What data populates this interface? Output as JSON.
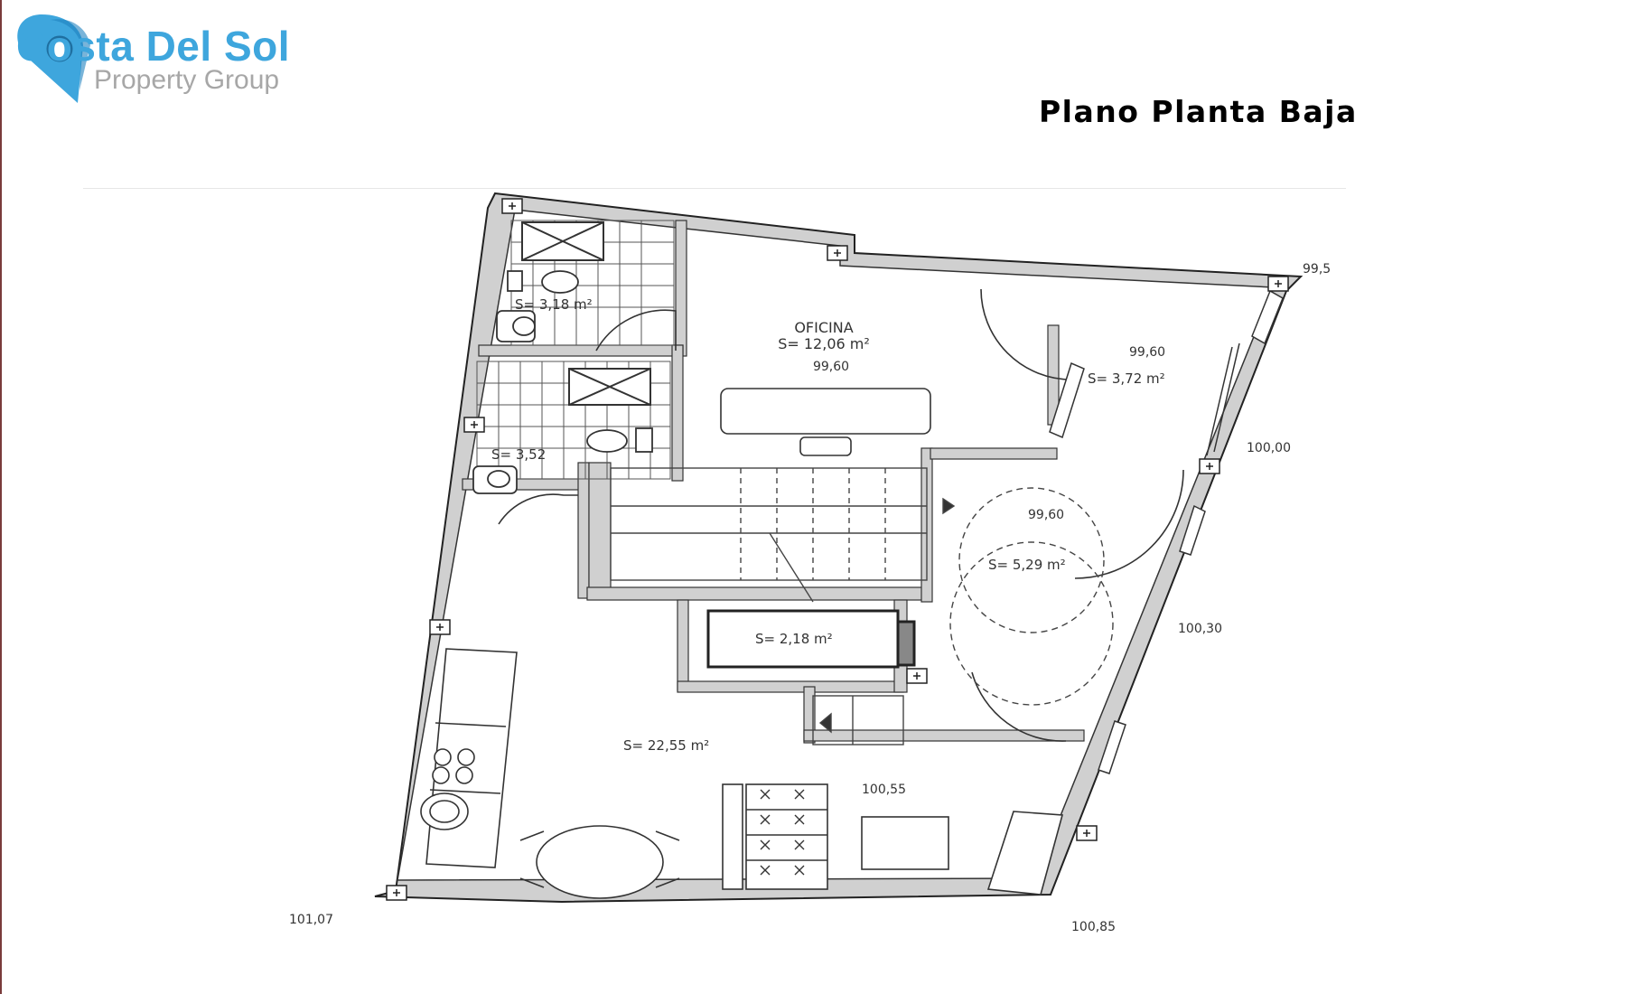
{
  "brand": {
    "name": "Costa Del Sol",
    "tagline": "Property Group",
    "color": "#3ea6dd"
  },
  "title": "Plano Planta Baja",
  "plan": {
    "rooms": {
      "oficina_name": "OFICINA",
      "oficina_area": "S= 12,06 m²",
      "oficina_level": "99,60",
      "bath1_area": "S= 3,18 m²",
      "bath2_area": "S= 3,52",
      "entry_area": "S= 3,72 m²",
      "entry_level": "99,60",
      "hall_area": "S= 5,29 m²",
      "hall_level": "99,60",
      "storage_area": "S= 2,18 m²",
      "living_area": "S= 22,55 m²",
      "living_level": "100,55"
    },
    "levels": {
      "top_right": "99,5",
      "right_upper": "100,00",
      "right_mid": "100,30",
      "bottom_left": "101,07",
      "bottom_right": "100,85"
    }
  }
}
